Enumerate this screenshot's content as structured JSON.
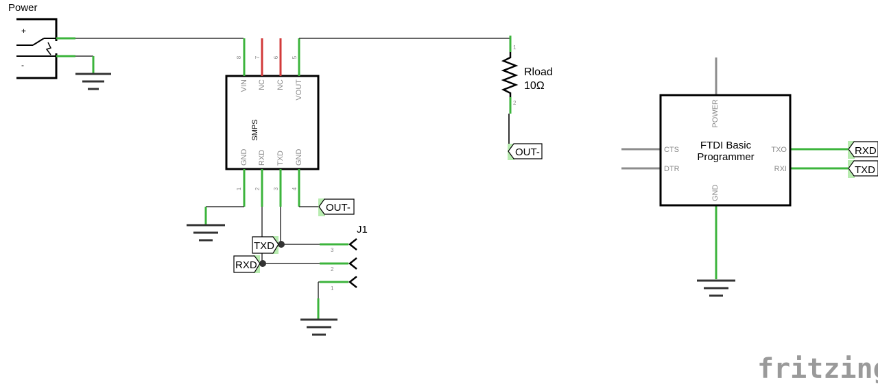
{
  "power": {
    "label": "Power",
    "plus": "+",
    "minus": "-"
  },
  "smps": {
    "name": "SMPS",
    "top_pins": [
      {
        "label": "VIN",
        "num": "8"
      },
      {
        "label": "NC",
        "num": "7"
      },
      {
        "label": "NC",
        "num": "6"
      },
      {
        "label": "VOUT",
        "num": "5"
      }
    ],
    "bottom_pins": [
      {
        "label": "GND",
        "num": "1"
      },
      {
        "label": "RXD",
        "num": "2"
      },
      {
        "label": "TXD",
        "num": "3"
      },
      {
        "label": "GND",
        "num": "4"
      }
    ]
  },
  "rload": {
    "name": "Rload",
    "value": "10Ω",
    "pin1": "1",
    "pin2": "2"
  },
  "net_labels": {
    "out_rload": "OUT-",
    "out_smps": "OUT-",
    "txd_j1": "TXD",
    "rxd_j1": "RXD",
    "rxd_ftdi": "RXD",
    "txd_ftdi": "TXD"
  },
  "j1": {
    "name": "J1",
    "pins": [
      "3",
      "2",
      "1"
    ]
  },
  "ftdi": {
    "title_line1": "FTDI Basic",
    "title_line2": "Programmer",
    "power": "POWER",
    "gnd": "GND",
    "cts": "CTS",
    "dtr": "DTR",
    "txo": "TXO",
    "rxi": "RXI"
  },
  "logo": "fritzing",
  "colors": {
    "wire": "#333333",
    "pin_green": "#3cb43c",
    "nc_red": "#d23a3a",
    "pin_gray": "#8c8c8c",
    "highlight": "#b8ecb0"
  }
}
